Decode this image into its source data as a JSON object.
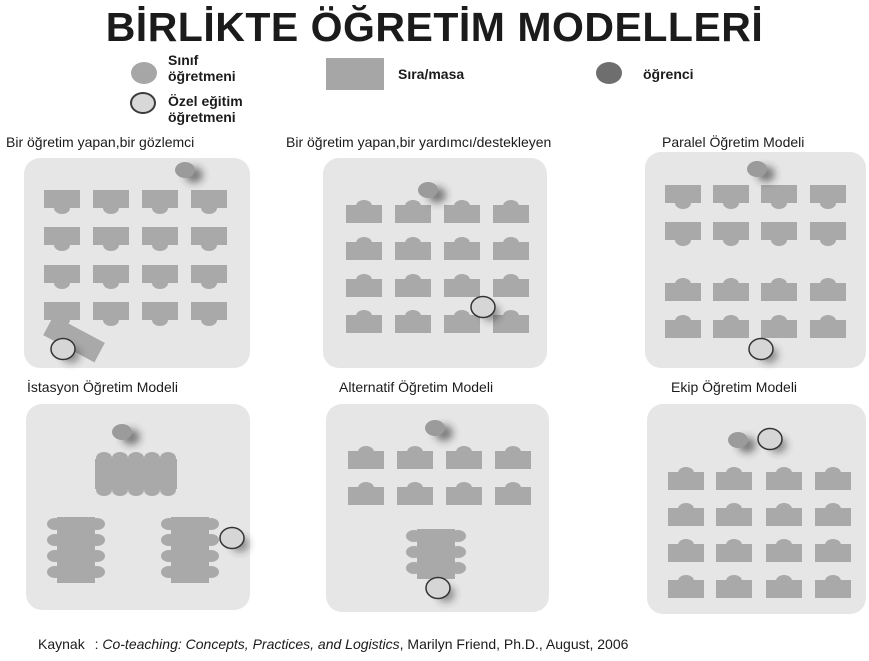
{
  "title": "BİRLİKTE ÖĞRETİM MODELLERİ",
  "legend": {
    "teacher": "Sınıf öğretmeni",
    "special": "Özel eğitim öğretmeni",
    "desk": "Sıra/masa",
    "student": "öğrenci"
  },
  "panels": [
    {
      "title": "Bir öğretim yapan,bir gözlemci"
    },
    {
      "title": "Bir öğretim yapan,bir yardımcı/destekleyen"
    },
    {
      "title": "Paralel Öğretim Modeli"
    },
    {
      "title": "İstasyon Öğretim Modeli"
    },
    {
      "title": "Alternatif Öğretim Modeli"
    },
    {
      "title": "Ekip Öğretim Modeli"
    }
  ],
  "source": {
    "label": "Kaynak",
    "sep": ":",
    "ref": "Co-teaching: Concepts, Practices, and Logistics",
    "rest": ", Marilyn Friend, Ph.D., August, 2006"
  },
  "colors": {
    "room": "#e6e6e6",
    "desk": "#a9a9a9",
    "teacher": "#9b9b9b",
    "special_fill": "#d6d6d6",
    "student": "#6e6e6e"
  }
}
